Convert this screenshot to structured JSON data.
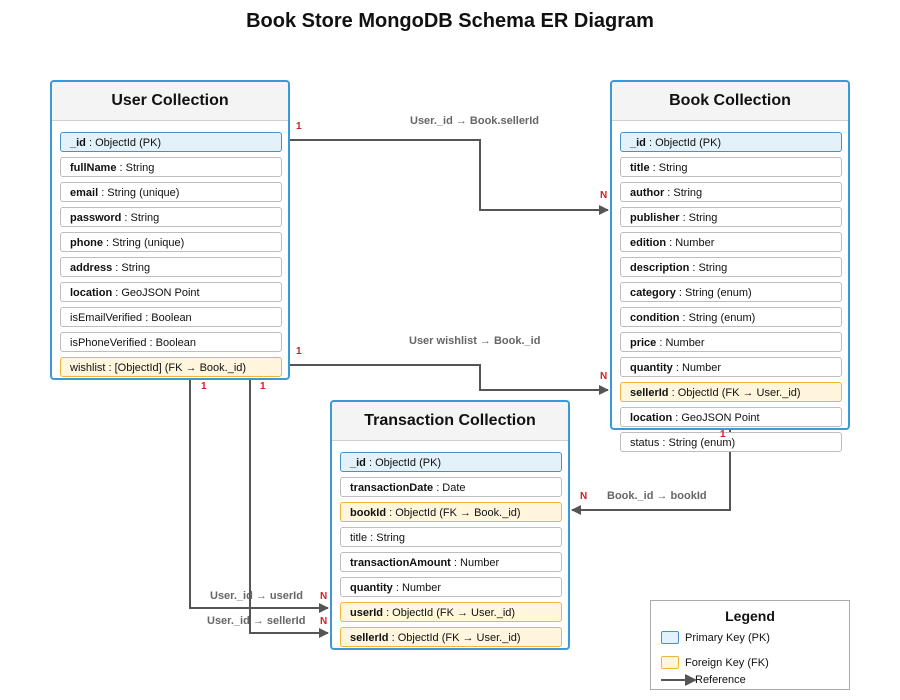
{
  "title": "Book Store MongoDB Schema ER Diagram",
  "collections": {
    "user": {
      "name": "User Collection",
      "fields": [
        {
          "name": "_id",
          "type": " : ObjectId (PK)",
          "kind": "pk",
          "bold": true
        },
        {
          "name": "fullName",
          "type": " : String",
          "kind": "normal",
          "bold": true
        },
        {
          "name": "email",
          "type": " : String (unique)",
          "kind": "normal",
          "bold": true
        },
        {
          "name": "password",
          "type": " : String",
          "kind": "normal",
          "bold": true
        },
        {
          "name": "phone",
          "type": " : String (unique)",
          "kind": "normal",
          "bold": true
        },
        {
          "name": "address",
          "type": " : String",
          "kind": "normal",
          "bold": true
        },
        {
          "name": "location",
          "type": " : GeoJSON Point",
          "kind": "normal",
          "bold": true
        },
        {
          "name": "isEmailVerified",
          "type": " : Boolean",
          "kind": "normal",
          "bold": false
        },
        {
          "name": "isPhoneVerified",
          "type": " : Boolean",
          "kind": "normal",
          "bold": false
        },
        {
          "name": "wishlist",
          "type": " : [ObjectId] (FK → Book._id)",
          "kind": "fk",
          "bold": false
        }
      ]
    },
    "book": {
      "name": "Book Collection",
      "fields": [
        {
          "name": "_id",
          "type": " : ObjectId (PK)",
          "kind": "pk",
          "bold": true
        },
        {
          "name": "title",
          "type": " : String",
          "kind": "normal",
          "bold": true
        },
        {
          "name": "author",
          "type": " : String",
          "kind": "normal",
          "bold": true
        },
        {
          "name": "publisher",
          "type": " : String",
          "kind": "normal",
          "bold": true
        },
        {
          "name": "edition",
          "type": " : Number",
          "kind": "normal",
          "bold": true
        },
        {
          "name": "description",
          "type": " : String",
          "kind": "normal",
          "bold": true
        },
        {
          "name": "category",
          "type": " : String (enum)",
          "kind": "normal",
          "bold": true
        },
        {
          "name": "condition",
          "type": " : String (enum)",
          "kind": "normal",
          "bold": true
        },
        {
          "name": "price",
          "type": " : Number",
          "kind": "normal",
          "bold": true
        },
        {
          "name": "quantity",
          "type": " : Number",
          "kind": "normal",
          "bold": true
        },
        {
          "name": "sellerId",
          "type": " : ObjectId (FK → User._id)",
          "kind": "fk",
          "bold": true
        },
        {
          "name": "location",
          "type": " : GeoJSON Point",
          "kind": "normal",
          "bold": true
        },
        {
          "name": "status",
          "type": " : String (enum)",
          "kind": "normal",
          "bold": false
        }
      ]
    },
    "transaction": {
      "name": "Transaction Collection",
      "fields": [
        {
          "name": "_id",
          "type": " : ObjectId (PK)",
          "kind": "pk",
          "bold": true
        },
        {
          "name": "transactionDate",
          "type": " : Date",
          "kind": "normal",
          "bold": true
        },
        {
          "name": "bookId",
          "type": " : ObjectId (FK → Book._id)",
          "kind": "fk",
          "bold": true
        },
        {
          "name": "title",
          "type": " : String",
          "kind": "normal",
          "bold": false
        },
        {
          "name": "transactionAmount",
          "type": " : Number",
          "kind": "normal",
          "bold": true
        },
        {
          "name": "quantity",
          "type": " : Number",
          "kind": "normal",
          "bold": true
        },
        {
          "name": "userId",
          "type": " : ObjectId (FK → User._id)",
          "kind": "fk",
          "bold": true
        },
        {
          "name": "sellerId",
          "type": " : ObjectId (FK → User._id)",
          "kind": "fk",
          "bold": true
        }
      ]
    }
  },
  "relations": {
    "user_book_seller": {
      "label": "User._id → Book.sellerId",
      "from_card": "1",
      "to_card": "N"
    },
    "user_wishlist": {
      "label": "User wishlist → Book._id",
      "from_card": "1",
      "to_card": "N"
    },
    "book_transaction": {
      "label": "Book._id → bookId",
      "from_card": "1",
      "to_card": "N"
    },
    "user_transaction_user": {
      "label": "User._id → userId",
      "from_card": "1",
      "to_card": "N"
    },
    "user_transaction_seller": {
      "label": "User._id → sellerId",
      "from_card": "1",
      "to_card": "N"
    }
  },
  "legend": {
    "title": "Legend",
    "pk_label": "Primary Key (PK)",
    "fk_label": "Foreign Key (FK)",
    "ref_label": "Reference",
    "pk_color": "#e3f1fb",
    "fk_color": "#fff6dd",
    "border_color": "#3a9ad9"
  }
}
